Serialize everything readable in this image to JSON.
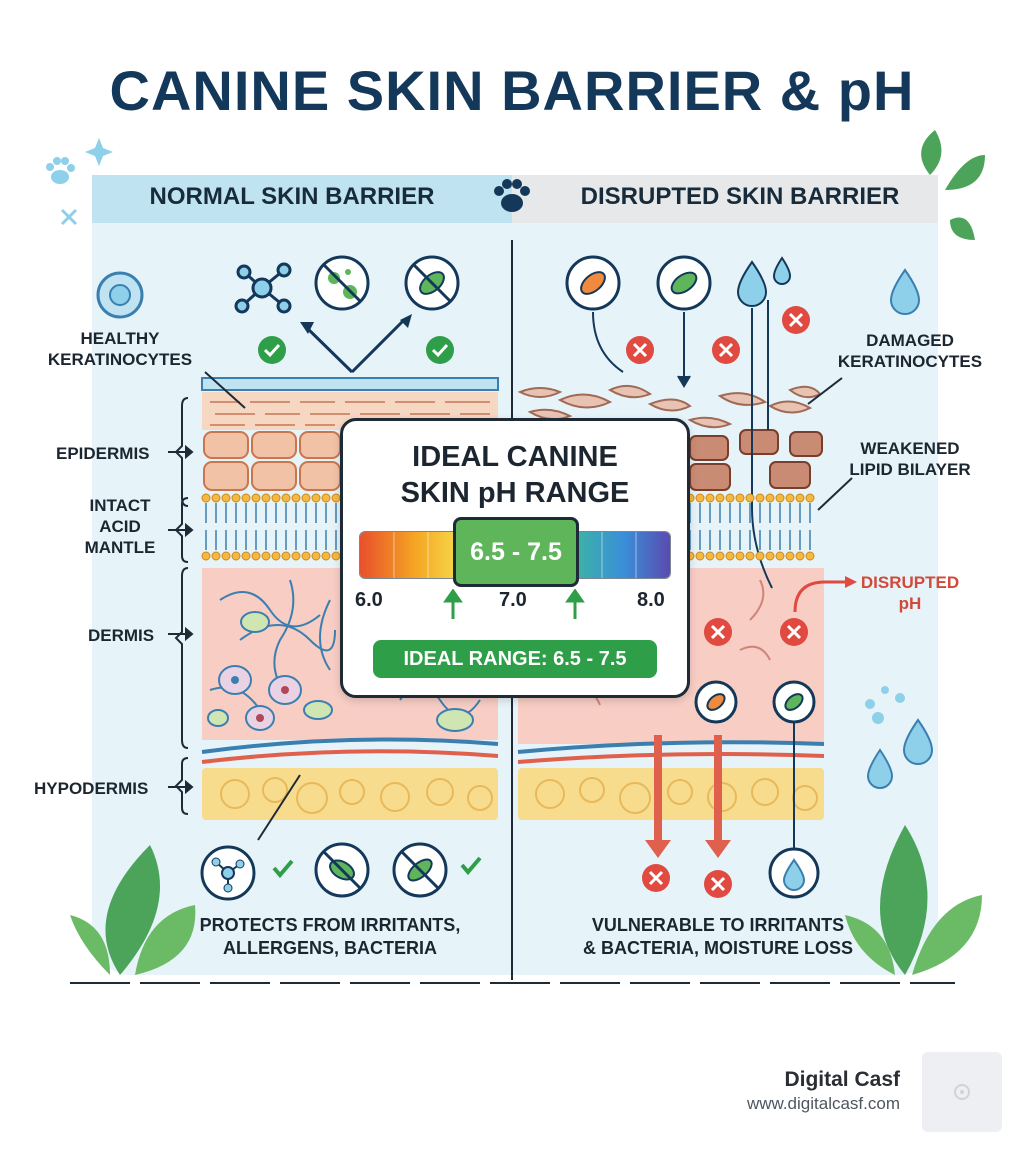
{
  "title": "CANINE SKIN BARRIER & pH",
  "panels": {
    "normal": {
      "heading": "NORMAL SKIN BARRIER",
      "labels": {
        "healthy_keratinocytes": "HEALTHY\nKERATINOCYTES",
        "epidermis": "EPIDERMIS",
        "acid_mantle": "INTACT\nACID\nMANTLE",
        "dermis": "DERMIS",
        "hypodermis": "HYPODERMIS"
      },
      "caption": "PROTECTS FROM IRRITANTS,\nALLERGENS, BACTERIA"
    },
    "disrupted": {
      "heading": "DISRUPTED SKIN BARRIER",
      "labels": {
        "damaged_keratinocytes": "DAMAGED\nKERATINOCYTES",
        "weakened_lipid": "WEAKENED\nLIPID BILAYER",
        "disrupted_ph": "DISRUPTED\npH"
      },
      "caption": "VULNERABLE TO IRRITANTS\n& BACTERIA, MOISTURE LOSS"
    }
  },
  "ph_card": {
    "title": "IDEAL CANINE\nSKIN pH RANGE",
    "ideal_box": "6.5 - 7.5",
    "ticks": [
      "6.0",
      "7.0",
      "8.0"
    ],
    "ideal_label": "IDEAL RANGE: 6.5 - 7.5"
  },
  "brand": {
    "name": "Digital Casf",
    "url": "www.digitalcasf.com"
  },
  "colors": {
    "title": "#14385a",
    "check": "#2f9e49",
    "cross": "#e04a40",
    "panel_bg": "#e3f2f9"
  },
  "icons": [
    "paw-icon",
    "molecule-icon",
    "bacteria-blocked-icon",
    "check-icon",
    "cross-icon",
    "water-drop-icon",
    "leaf-icon"
  ]
}
